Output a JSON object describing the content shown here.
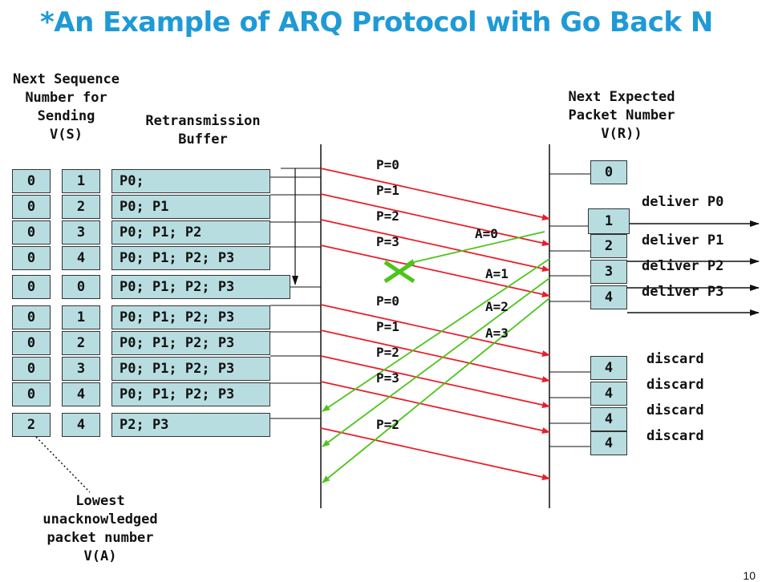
{
  "title": "*An Example of ARQ Protocol with Go Back N",
  "labels": {
    "next_seq": "Next Sequence\nNumber for\nSending\nV(S)",
    "retx_buffer": "Retransmission\nBuffer",
    "next_expected": "Next Expected\nPacket Number\nV(R))",
    "lowest_unack": "Lowest\nunacknowledged\npacket number\nV(A)"
  },
  "sender_rows": [
    {
      "va": "0",
      "vs": "1",
      "buffer": "P0;"
    },
    {
      "va": "0",
      "vs": "2",
      "buffer": "P0; P1"
    },
    {
      "va": "0",
      "vs": "3",
      "buffer": "P0; P1; P2"
    },
    {
      "va": "0",
      "vs": "4",
      "buffer": "P0; P1; P2; P3"
    },
    {
      "va": "0",
      "vs": "0",
      "buffer": "P0; P1; P2; P3"
    },
    {
      "va": "0",
      "vs": "1",
      "buffer": "P0; P1; P2; P3"
    },
    {
      "va": "0",
      "vs": "2",
      "buffer": "P0; P1; P2; P3"
    },
    {
      "va": "0",
      "vs": "3",
      "buffer": "P0; P1; P2; P3"
    },
    {
      "va": "0",
      "vs": "4",
      "buffer": "P0; P1; P2; P3"
    },
    {
      "va": "2",
      "vs": "4",
      "buffer": "P2; P3"
    }
  ],
  "packet_labels": [
    "P=0",
    "P=1",
    "P=2",
    "P=3",
    "P=0",
    "P=1",
    "P=2",
    "P=3",
    "P=2"
  ],
  "ack_labels": [
    "A=0",
    "A=1",
    "A=2",
    "A=3"
  ],
  "receiver_values": [
    "0",
    "1",
    "2",
    "3",
    "4",
    "4",
    "4",
    "4",
    "4"
  ],
  "deliver_actions": [
    "deliver P0",
    "deliver P1",
    "deliver P2",
    "deliver P3"
  ],
  "discard_actions": [
    "discard",
    "discard",
    "discard",
    "discard"
  ],
  "slide_number": "10",
  "colors": {
    "title": "#1e9ad6",
    "packet_arrow": "#e8202a",
    "ack_arrow": "#4cc51a",
    "cell_fill": "#b8dde0"
  }
}
